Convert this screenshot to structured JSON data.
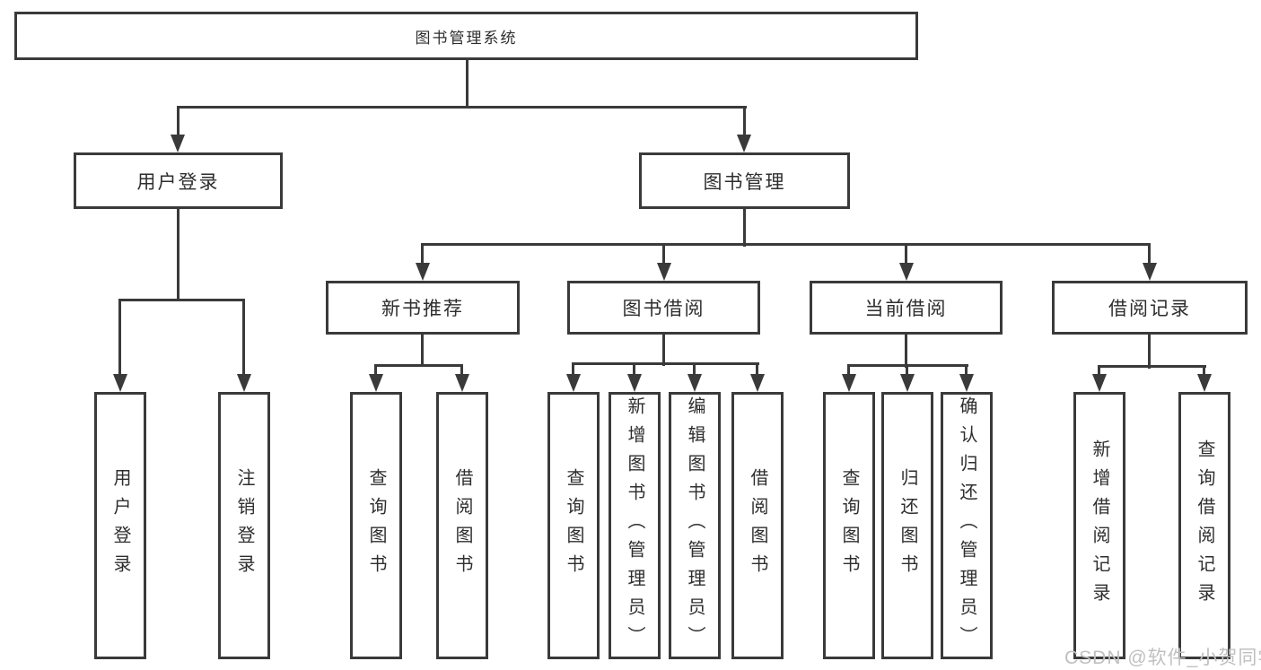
{
  "colors": {
    "line": "#3a3a3a",
    "text": "#2e2e2e",
    "background": "#ffffff"
  },
  "watermark": {
    "text": "CSDN @软件_小贺同学",
    "color": "#c0c0c0"
  },
  "diagram": {
    "root": "图书管理系统",
    "level2": [
      "用户登录",
      "图书管理"
    ],
    "level3": [
      "新书推荐",
      "图书借阅",
      "当前借阅",
      "借阅记录"
    ],
    "leaves": {
      "user_login": [
        "用户登录",
        "注销登录"
      ],
      "new_book_recommend": [
        "查询图书",
        "借阅图书"
      ],
      "book_borrowing": [
        "查询图书",
        "新增图书（管理员）",
        "编辑图书（管理员）",
        "借阅图书"
      ],
      "current_borrowing": [
        "查询图书",
        "归还图书",
        "确认归还（管理员）"
      ],
      "borrowing_records": [
        "新增借阅记录",
        "查询借阅记录"
      ]
    }
  }
}
